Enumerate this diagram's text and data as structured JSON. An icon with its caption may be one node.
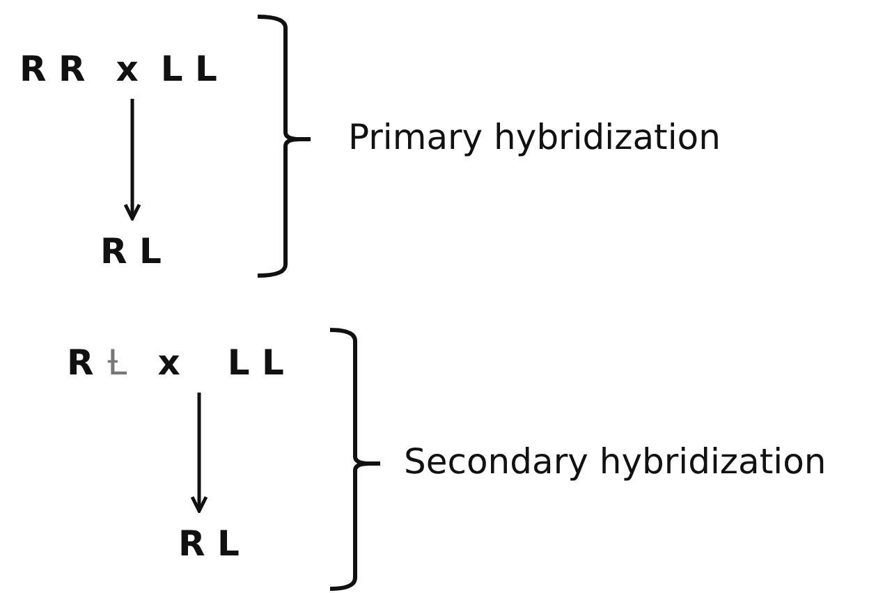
{
  "diagram": {
    "nodes": [
      {
        "text": [
          "R R",
          "x",
          "L L"
        ]
      },
      {
        "text": [
          "R L"
        ]
      },
      {
        "text": [
          "R",
          "Ƚ",
          "x",
          "L L"
        ]
      },
      {
        "text": [
          "R L"
        ]
      }
    ],
    "edges": [
      {
        "from": 0,
        "to": 1,
        "arrow": "to"
      },
      {
        "from": 2,
        "to": 3,
        "arrow": "to"
      }
    ],
    "labels": [
      "Primary hybridization",
      "Secondary hybridization"
    ]
  }
}
